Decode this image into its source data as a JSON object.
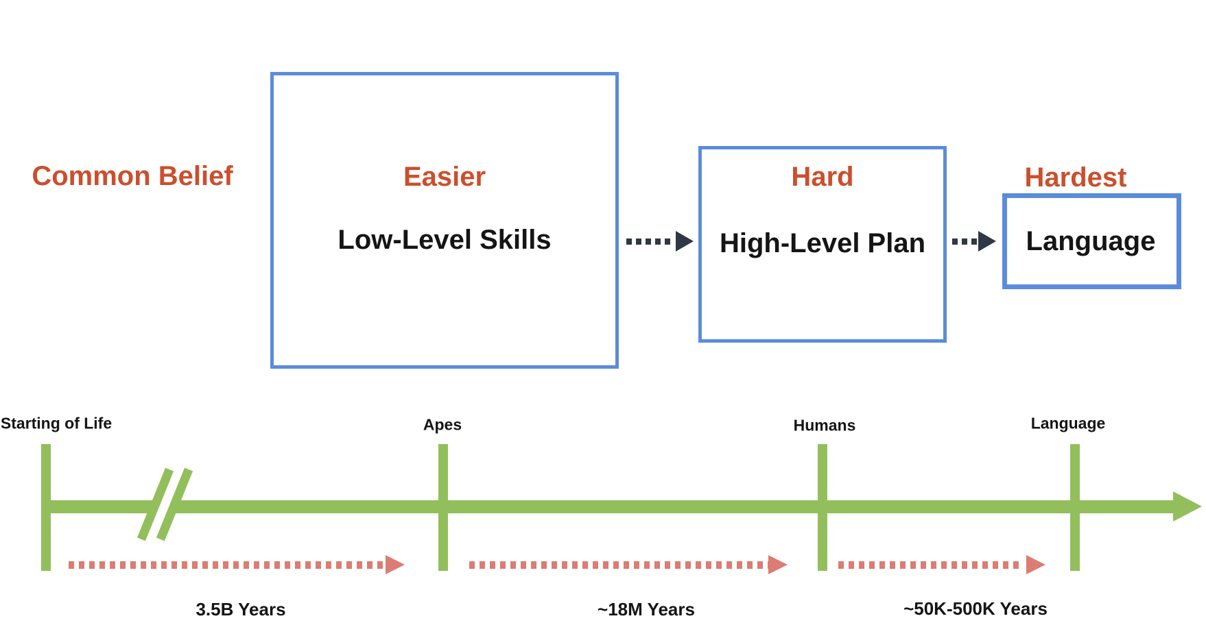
{
  "colors": {
    "blue_border": "#5B8CDB",
    "green": "#92BF5B",
    "orange": "#CB4F2D",
    "salmon": "#DC7C72",
    "dark_arrow": "#303845",
    "text": "#151515"
  },
  "belief_row": {
    "heading": "Common Belief",
    "boxes": [
      {
        "difficulty": "Easier",
        "label": "Low-Level Skills"
      },
      {
        "difficulty": "Hard",
        "label": "High-Level Plan"
      },
      {
        "difficulty": "Hardest",
        "label": "Language"
      }
    ]
  },
  "timeline": {
    "milestones": [
      {
        "label": "Starting of Life"
      },
      {
        "label": "Apes"
      },
      {
        "label": "Humans"
      },
      {
        "label": "Language"
      }
    ],
    "durations": [
      {
        "label": "3.5B Years"
      },
      {
        "label": "~18M Years"
      },
      {
        "label": "~50K-500K Years"
      }
    ]
  }
}
